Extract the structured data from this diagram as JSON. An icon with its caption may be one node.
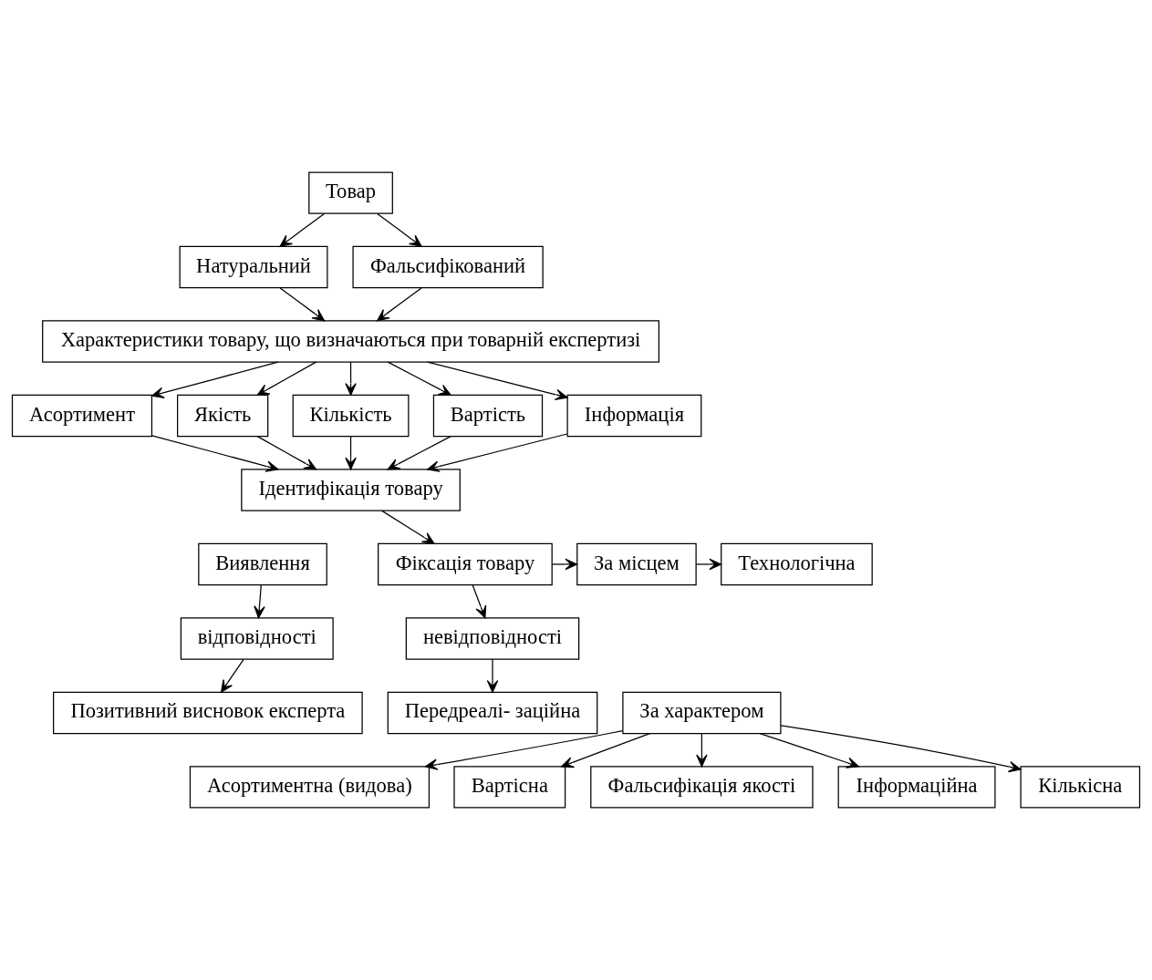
{
  "diagram": {
    "nodes": [
      {
        "text": [
          "Товар"
        ]
      },
      {
        "text": [
          "Натуральний"
        ]
      },
      {
        "text": [
          "Фальсифікований"
        ]
      },
      {
        "text": [
          "Характеристики товару, що визначаються при товарній експертизі"
        ]
      },
      {
        "text": [
          "Асортимент"
        ]
      },
      {
        "text": [
          "Якість"
        ]
      },
      {
        "text": [
          "Кількість"
        ]
      },
      {
        "text": [
          "Вартість"
        ]
      },
      {
        "text": [
          "Інформація"
        ]
      },
      {
        "text": [
          "Ідентифікація товару"
        ]
      },
      {
        "text": [
          "Виявлення"
        ]
      },
      {
        "text": [
          "Фіксація товару"
        ]
      },
      {
        "text": [
          "За місцем"
        ]
      },
      {
        "text": [
          "Технологічна"
        ]
      },
      {
        "text": [
          "відповідності"
        ]
      },
      {
        "text": [
          "невідповідності"
        ]
      },
      {
        "text": [
          "Передреалі- заційна"
        ]
      },
      {
        "text": [
          "Позитивний висновок експерта"
        ]
      },
      {
        "text": [
          "За характером"
        ]
      },
      {
        "text": [
          "Асортиментна (видова)"
        ]
      },
      {
        "text": [
          "Вартісна"
        ]
      },
      {
        "text": [
          "Фальсифікація якості"
        ]
      },
      {
        "text": [
          "Інформаційна"
        ]
      },
      {
        "text": [
          "Кількісна"
        ]
      }
    ],
    "edges": [
      {
        "from": 0,
        "to": 1,
        "arrow": "to"
      },
      {
        "from": 0,
        "to": 2,
        "arrow": "to"
      },
      {
        "from": 1,
        "to": 3,
        "arrow": "to"
      },
      {
        "from": 2,
        "to": 3,
        "arrow": "to"
      },
      {
        "from": 3,
        "to": 4,
        "arrow": "to"
      },
      {
        "from": 3,
        "to": 5,
        "arrow": "to"
      },
      {
        "from": 3,
        "to": 6,
        "arrow": "to"
      },
      {
        "from": 3,
        "to": 7,
        "arrow": "to"
      },
      {
        "from": 3,
        "to": 8,
        "arrow": "to"
      },
      {
        "from": 4,
        "to": 9,
        "arrow": "to"
      },
      {
        "from": 5,
        "to": 9,
        "arrow": "to"
      },
      {
        "from": 6,
        "to": 9,
        "arrow": "to"
      },
      {
        "from": 7,
        "to": 9,
        "arrow": "to"
      },
      {
        "from": 8,
        "to": 9,
        "arrow": "to"
      },
      {
        "from": 9,
        "to": 11,
        "arrow": "to"
      },
      {
        "from": 11,
        "to": 12,
        "arrow": "to"
      },
      {
        "from": 12,
        "to": 13,
        "arrow": "to"
      },
      {
        "from": 11,
        "to": 15,
        "arrow": "to"
      },
      {
        "from": 15,
        "to": 16,
        "arrow": "to"
      },
      {
        "from": 10,
        "to": 14,
        "arrow": "to"
      },
      {
        "from": 14,
        "to": 17,
        "arrow": "to"
      },
      {
        "from": 18,
        "to": 19,
        "arrow": "to"
      },
      {
        "from": 18,
        "to": 20,
        "arrow": "to"
      },
      {
        "from": 18,
        "to": 21,
        "arrow": "to"
      },
      {
        "from": 18,
        "to": 22,
        "arrow": "to"
      },
      {
        "from": 18,
        "to": 23,
        "arrow": "to"
      }
    ]
  }
}
